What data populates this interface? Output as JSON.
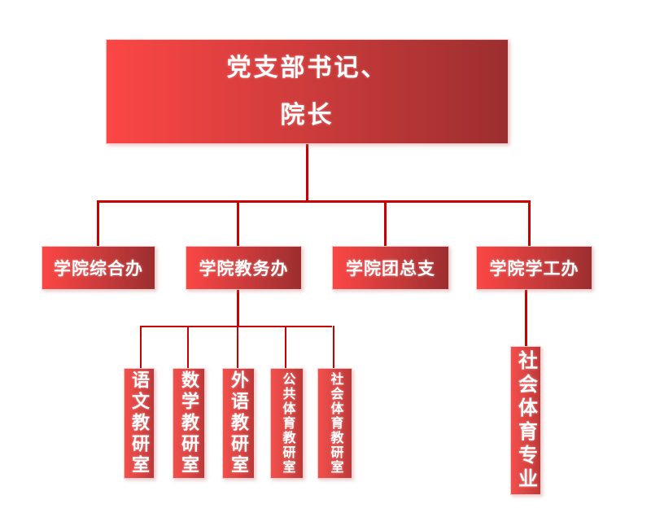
{
  "org_chart": {
    "root": {
      "line1": "党支部书记、",
      "line2": "院长"
    },
    "level2": [
      {
        "label": "学院综合办"
      },
      {
        "label": "学院教务办"
      },
      {
        "label": "学院团总支"
      },
      {
        "label": "学院学工办"
      }
    ],
    "teaching_offices": [
      {
        "label": "语文教研室"
      },
      {
        "label": "数学教研室"
      },
      {
        "label": "外语教研室"
      },
      {
        "label": "公共体育教研室"
      },
      {
        "label": "社会体育教研室"
      }
    ],
    "majors": [
      {
        "label": "社会体育专业"
      }
    ]
  },
  "colors": {
    "box_gradient_start": "#fb4745",
    "box_gradient_end": "#9c2e2f",
    "vbox_gradient_start": "#f2504c",
    "vbox_gradient_end": "#bd3839",
    "connector": "#c90000",
    "text": "#ffffff",
    "background": "#ffffff"
  }
}
